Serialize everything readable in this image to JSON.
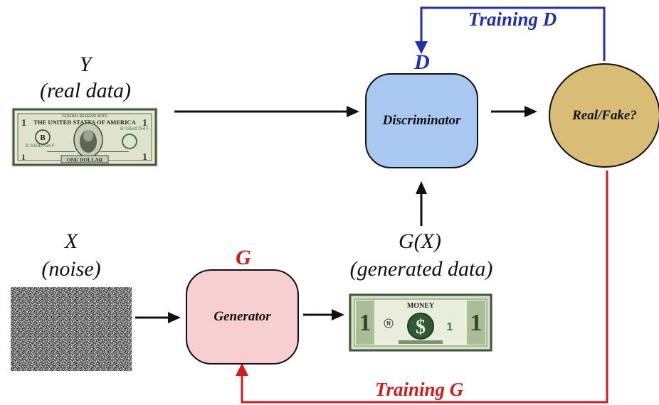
{
  "real": {
    "symbol": "Y",
    "caption": "(real data)"
  },
  "noise": {
    "symbol": "X",
    "caption": "(noise)"
  },
  "generated": {
    "symbol": "G(X)",
    "caption": "(generated data)"
  },
  "discriminator": {
    "symbol": "D",
    "label": "Discriminator"
  },
  "generator": {
    "symbol": "G",
    "label": "Generator"
  },
  "output": {
    "label": "Real/Fake?"
  },
  "training_d": {
    "label": "Training D"
  },
  "training_g": {
    "label": "Training G"
  },
  "dollar_bill": {
    "top_text": "FEDERAL RESERVE NOTE",
    "header": "THE UNITED STATES OF AMERICA",
    "serial": "B 03542754 F",
    "letter": "B",
    "denomination": "1",
    "footer": "ONE DOLLAR"
  },
  "toy_money": {
    "label": "MONEY",
    "denomination": "1",
    "badge": "N"
  },
  "colors": {
    "discriminator_fill": "#a8c8f2",
    "generator_fill": "#f8cfd0",
    "output_fill": "#d9bd74",
    "training_d": "#1f2fb0",
    "training_g": "#d11a1a"
  }
}
